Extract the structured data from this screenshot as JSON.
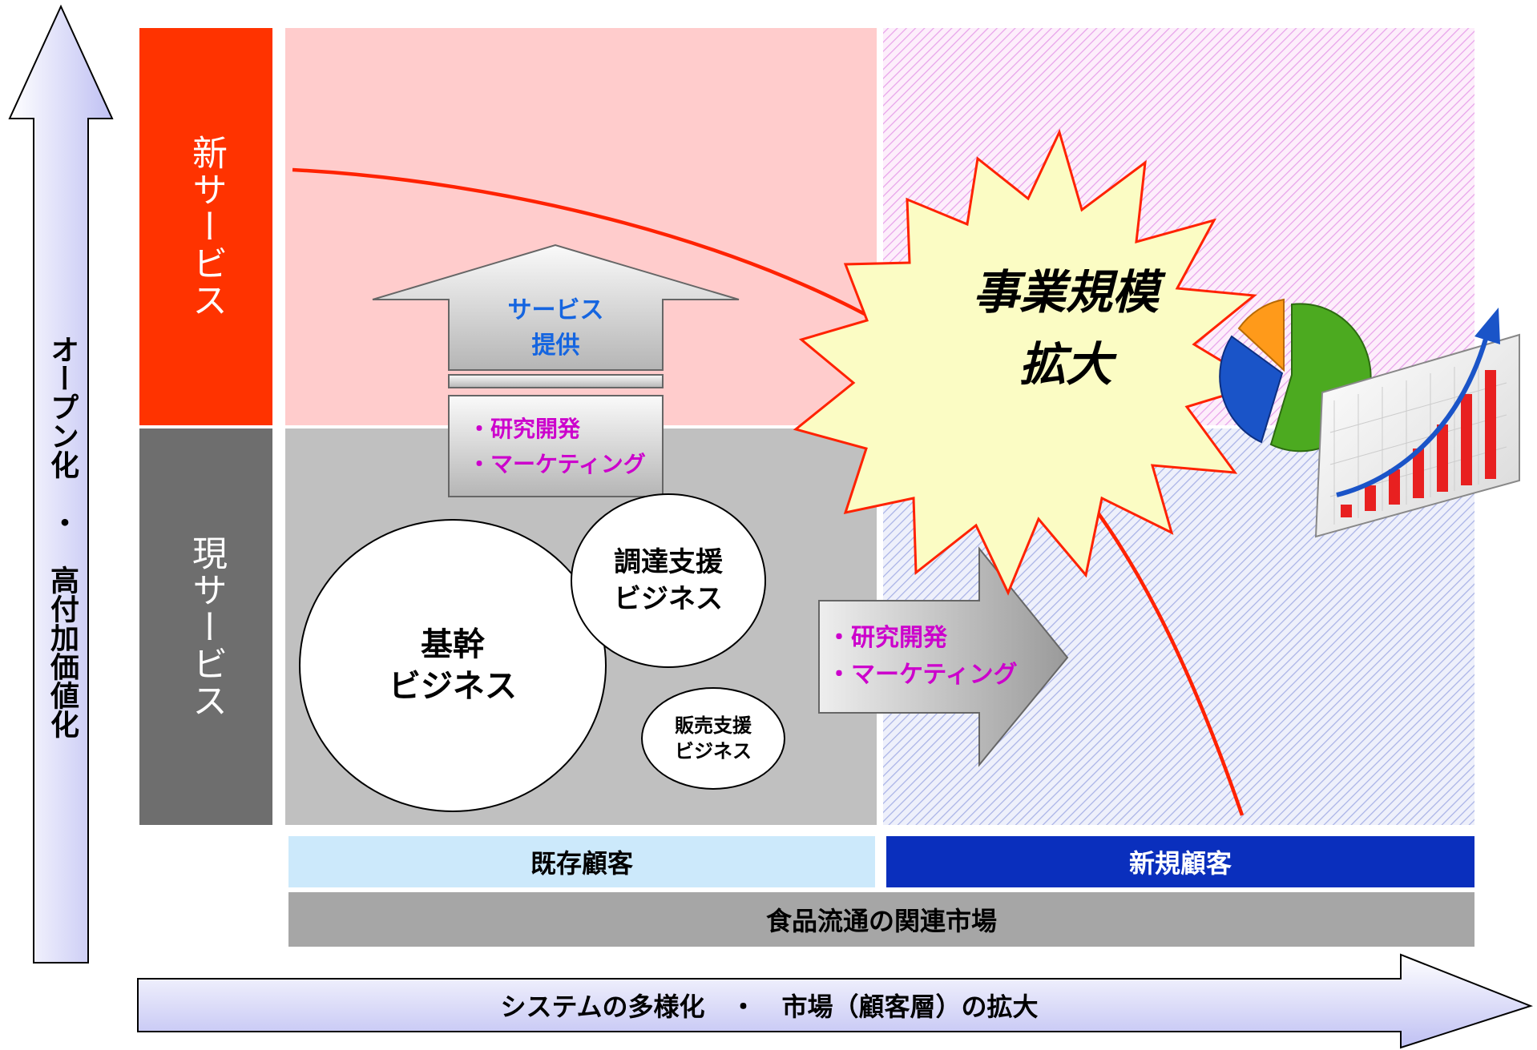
{
  "axes": {
    "vertical_label": "オープン化　・　高付加価値化",
    "horizontal_label": "システムの多様化　・　市場（顧客層）の拡大"
  },
  "rows": {
    "new_service": "新サービス",
    "current_service": "現サービス"
  },
  "columns": {
    "existing_customers": "既存顧客",
    "new_customers": "新規顧客",
    "market": "食品流通の関連市場"
  },
  "arrows": {
    "up_label": "サービス\n提供",
    "up_sub": "・研究開発\n・マーケティング",
    "right_sub": "・研究開発\n・マーケティング"
  },
  "bubbles": {
    "core": "基幹\nビジネス",
    "procurement": "調達支援\nビジネス",
    "sales": "販売支援\nビジネス"
  },
  "burst": "事業規模\n拡大",
  "colors": {
    "new_service_bg": "#ff3300",
    "current_service_bg": "#6e6e6e",
    "pink_zone": "#ffcccc",
    "gray_zone": "#c0c0c0",
    "existing_customers_bg": "#cce9fb",
    "new_customers_bg": "#0a2fbd",
    "market_bg": "#a6a6a6",
    "axis_arrow": "#c9c9f5",
    "curve": "#ff2200",
    "burst_fill": "#fbfcc4",
    "accent_blue": "#1565e0",
    "accent_magenta": "#cc00cc"
  }
}
